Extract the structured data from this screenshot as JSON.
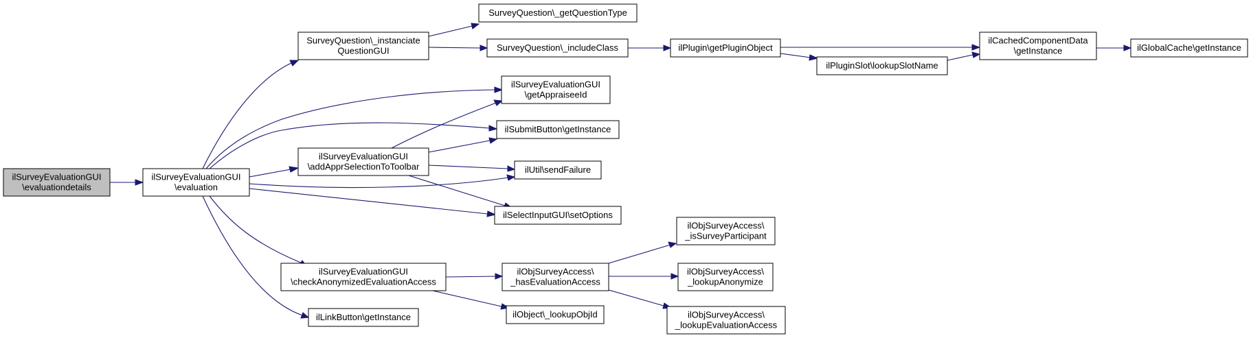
{
  "diagram": {
    "type": "call-graph",
    "colors": {
      "edge": "#191970",
      "root_fill": "#bfbfbf",
      "node_fill": "#ffffff",
      "node_border": "#000000"
    },
    "nodes": [
      {
        "id": "root",
        "lines": [
          "ilSurveyEvaluationGUI",
          "\\evaluationdetails"
        ]
      },
      {
        "id": "eval",
        "lines": [
          "ilSurveyEvaluationGUI",
          "\\evaluation"
        ]
      },
      {
        "id": "inst",
        "lines": [
          "SurveyQuestion\\_instanciate",
          "QuestionGUI"
        ]
      },
      {
        "id": "gqt",
        "lines": [
          "SurveyQuestion\\_getQuestionType"
        ]
      },
      {
        "id": "incl",
        "lines": [
          "SurveyQuestion\\_includeClass"
        ]
      },
      {
        "id": "plug",
        "lines": [
          "ilPlugin\\getPluginObject"
        ]
      },
      {
        "id": "slot",
        "lines": [
          "ilPluginSlot\\lookupSlotName"
        ]
      },
      {
        "id": "ccd",
        "lines": [
          "ilCachedComponentData",
          "\\getInstance"
        ]
      },
      {
        "id": "gc",
        "lines": [
          "ilGlobalCache\\getInstance"
        ]
      },
      {
        "id": "appr",
        "lines": [
          "ilSurveyEvaluationGUI",
          "\\getAppraiseeId"
        ]
      },
      {
        "id": "submit",
        "lines": [
          "ilSubmitButton\\getInstance"
        ]
      },
      {
        "id": "toolbar",
        "lines": [
          "ilSurveyEvaluationGUI",
          "\\addApprSelectionToToolbar"
        ]
      },
      {
        "id": "fail",
        "lines": [
          "ilUtil\\sendFailure"
        ]
      },
      {
        "id": "opts",
        "lines": [
          "ilSelectInputGUI\\setOptions"
        ]
      },
      {
        "id": "anon",
        "lines": [
          "ilSurveyEvaluationGUI",
          "\\checkAnonymizedEvaluationAccess"
        ]
      },
      {
        "id": "link",
        "lines": [
          "ilLinkButton\\getInstance"
        ]
      },
      {
        "id": "hasev",
        "lines": [
          "ilObjSurveyAccess\\",
          "_hasEvaluationAccess"
        ]
      },
      {
        "id": "objid",
        "lines": [
          "ilObject\\_lookupObjId"
        ]
      },
      {
        "id": "ispart",
        "lines": [
          "ilObjSurveyAccess\\",
          "_isSurveyParticipant"
        ]
      },
      {
        "id": "lkanon",
        "lines": [
          "ilObjSurveyAccess\\",
          "_lookupAnonymize"
        ]
      },
      {
        "id": "lkeval",
        "lines": [
          "ilObjSurveyAccess\\",
          "_lookupEvaluationAccess"
        ]
      }
    ],
    "edges": [
      [
        "root",
        "eval"
      ],
      [
        "eval",
        "inst"
      ],
      [
        "eval",
        "appr"
      ],
      [
        "eval",
        "submit"
      ],
      [
        "eval",
        "toolbar"
      ],
      [
        "eval",
        "fail"
      ],
      [
        "eval",
        "opts"
      ],
      [
        "eval",
        "anon"
      ],
      [
        "eval",
        "link"
      ],
      [
        "inst",
        "gqt"
      ],
      [
        "inst",
        "incl"
      ],
      [
        "incl",
        "plug"
      ],
      [
        "plug",
        "ccd"
      ],
      [
        "plug",
        "slot"
      ],
      [
        "slot",
        "ccd"
      ],
      [
        "ccd",
        "gc"
      ],
      [
        "toolbar",
        "appr"
      ],
      [
        "toolbar",
        "submit"
      ],
      [
        "toolbar",
        "fail"
      ],
      [
        "toolbar",
        "opts"
      ],
      [
        "anon",
        "hasev"
      ],
      [
        "anon",
        "objid"
      ],
      [
        "hasev",
        "ispart"
      ],
      [
        "hasev",
        "lkanon"
      ],
      [
        "hasev",
        "lkeval"
      ]
    ]
  }
}
